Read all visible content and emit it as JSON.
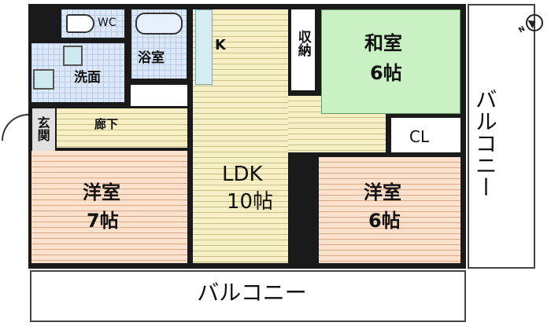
{
  "rooms": {
    "wc": "WC",
    "bath": "浴室",
    "washroom": "洗面",
    "hallway": "廊下",
    "entrance": "玄関",
    "kitchen": "K",
    "ldk_name": "LDK",
    "ldk_size": "10帖",
    "storage": "収納",
    "washitsu_name": "和室",
    "washitsu_size": "6帖",
    "closet": "CL",
    "western_left_name": "洋室",
    "western_left_size": "7帖",
    "western_right_name": "洋室",
    "western_right_size": "6帖",
    "balcony_bottom": "バルコニー",
    "balcony_right": "バルコニー"
  },
  "compass": {
    "label": "N"
  }
}
